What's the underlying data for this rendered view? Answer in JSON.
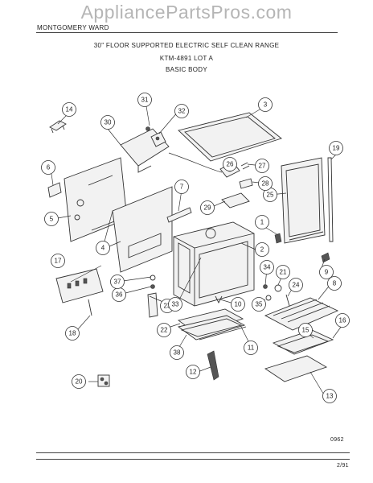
{
  "watermark": "AppliancePartsPros.com",
  "header": {
    "brand": "MONTGOMERY WARD",
    "title": "30\" FLOOR SUPPORTED ELECTRIC SELF CLEAN RANGE",
    "model": "KTM-4891 LOT A",
    "section": "BASIC BODY"
  },
  "footer": {
    "code": "0962",
    "date": "2/91"
  },
  "callouts": [
    {
      "id": "c1",
      "label": "1"
    },
    {
      "id": "c2",
      "label": "2"
    },
    {
      "id": "c3",
      "label": "3"
    },
    {
      "id": "c4",
      "label": "4"
    },
    {
      "id": "c5",
      "label": "5"
    },
    {
      "id": "c6",
      "label": "6"
    },
    {
      "id": "c7",
      "label": "7"
    },
    {
      "id": "c8",
      "label": "8"
    },
    {
      "id": "c9",
      "label": "9"
    },
    {
      "id": "c10",
      "label": "10"
    },
    {
      "id": "c11",
      "label": "11"
    },
    {
      "id": "c12",
      "label": "12"
    },
    {
      "id": "c13",
      "label": "13"
    },
    {
      "id": "c14",
      "label": "14"
    },
    {
      "id": "c15",
      "label": "15"
    },
    {
      "id": "c16",
      "label": "16"
    },
    {
      "id": "c17",
      "label": "17"
    },
    {
      "id": "c18",
      "label": "18"
    },
    {
      "id": "c19",
      "label": "19"
    },
    {
      "id": "c20",
      "label": "20"
    },
    {
      "id": "c21",
      "label": "21"
    },
    {
      "id": "c22",
      "label": "22"
    },
    {
      "id": "c23",
      "label": "23"
    },
    {
      "id": "c24",
      "label": "24"
    },
    {
      "id": "c25",
      "label": "25"
    },
    {
      "id": "c26",
      "label": "26"
    },
    {
      "id": "c27",
      "label": "27"
    },
    {
      "id": "c28",
      "label": "28"
    },
    {
      "id": "c29",
      "label": "29"
    },
    {
      "id": "c30",
      "label": "30"
    },
    {
      "id": "c31",
      "label": "31"
    },
    {
      "id": "c32",
      "label": "32"
    },
    {
      "id": "c33",
      "label": "33"
    },
    {
      "id": "c34",
      "label": "34"
    },
    {
      "id": "c35",
      "label": "35"
    },
    {
      "id": "c36",
      "label": "36"
    },
    {
      "id": "c37",
      "label": "37"
    },
    {
      "id": "c38",
      "label": "38"
    }
  ]
}
